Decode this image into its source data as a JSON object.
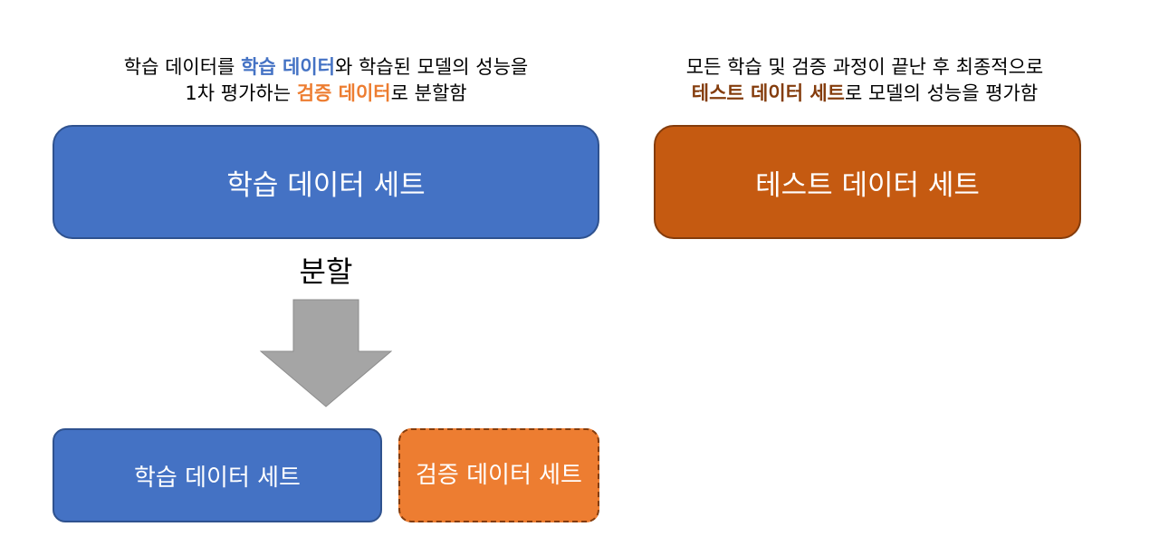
{
  "colors": {
    "train_blue": "#4472c4",
    "test_brown": "#c55a11",
    "validation_orange": "#ed7d31",
    "arrow_gray": "#a5a5a5",
    "highlight_blue": "#4472c4",
    "highlight_orange": "#ed7d31",
    "highlight_brown": "#843c0c"
  },
  "left_caption": {
    "line1_part1": "학습 데이터를 ",
    "line1_highlight": "학습 데이터",
    "line1_part2": "와 학습된 모델의 성능을",
    "line2_part1": "1차 평가하는 ",
    "line2_highlight": "검증 데이터",
    "line2_part2": "로 분할함"
  },
  "right_caption": {
    "line1": "모든 학습 및 검증 과정이 끝난 후 최종적으로",
    "line2_highlight": "테스트 데이터 세트",
    "line2_part2": "로 모델의 성능을 평가함"
  },
  "boxes": {
    "training_set": "학습 데이터 세트",
    "test_set": "테스트 데이터 세트",
    "training_subset": "학습 데이터 세트",
    "validation_set": "검증 데이터 세트"
  },
  "split_label": "분할",
  "icons": {
    "split_arrow": "down-arrow-icon"
  }
}
